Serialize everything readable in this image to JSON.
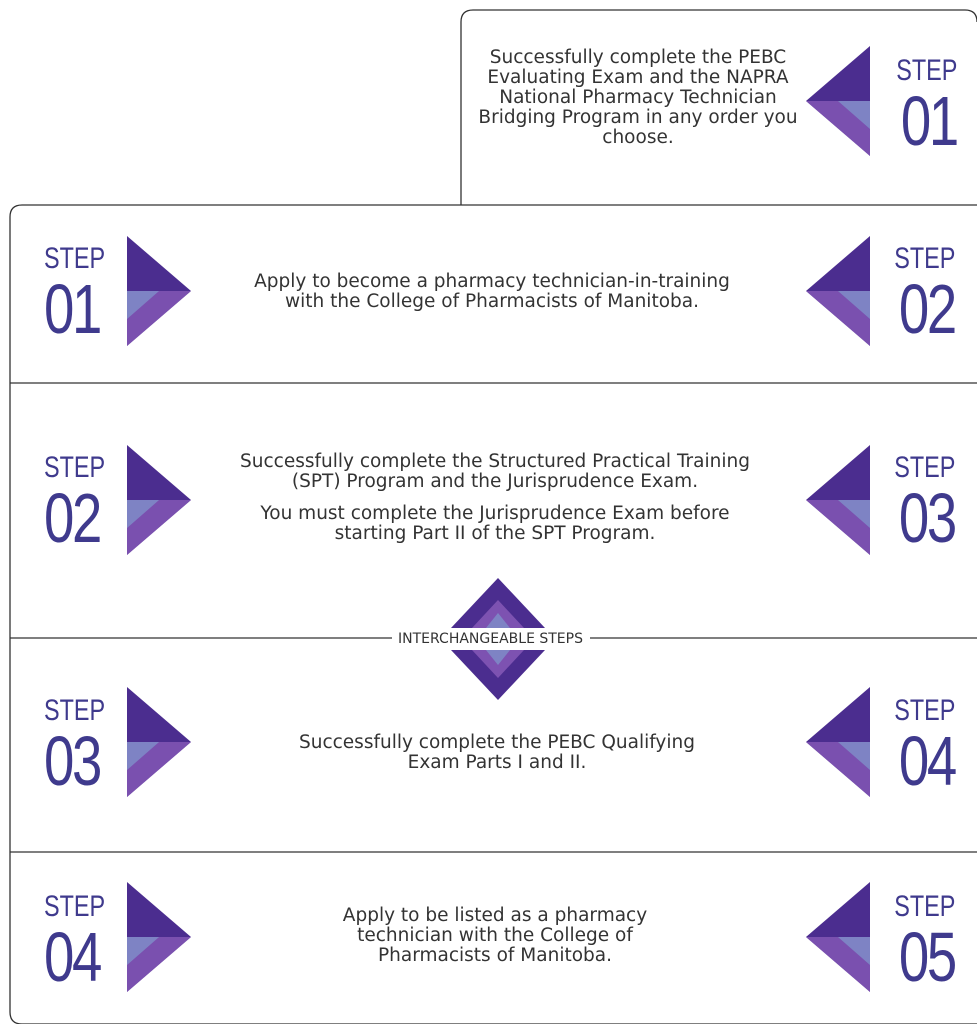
{
  "step_word": "STEP",
  "intro": {
    "step_number": "01",
    "text": "Successfully complete the PEBC Evaluating Exam and the NAPRA National Pharmacy Technician Bridging Program in any order you choose."
  },
  "rows": [
    {
      "left_step": "01",
      "right_step": "02",
      "text": "Apply to become a pharmacy technician-in-training with the College of Pharmacists of Manitoba."
    },
    {
      "left_step": "02",
      "right_step": "03",
      "text": "Successfully complete the Structured Practical Training (SPT) Program and the Jurisprudence Exam.",
      "note": "You must complete the Jurisprudence Exam before starting Part II of the SPT Program."
    },
    {
      "left_step": "03",
      "right_step": "04",
      "text": "Successfully complete the PEBC Qualifying Exam Parts I and II."
    },
    {
      "left_step": "04",
      "right_step": "05",
      "text": "Apply to be listed as a pharmacy technician with the College of Pharmacists of Manitoba."
    }
  ],
  "interchangeable_label": "INTERCHANGEABLE STEPS",
  "colors": {
    "accent_dark": "#4b2d8f",
    "accent_mid": "#7b4fb0",
    "accent_light": "#7e83c4",
    "step_text": "#3f3a8d",
    "border": "#333333"
  }
}
